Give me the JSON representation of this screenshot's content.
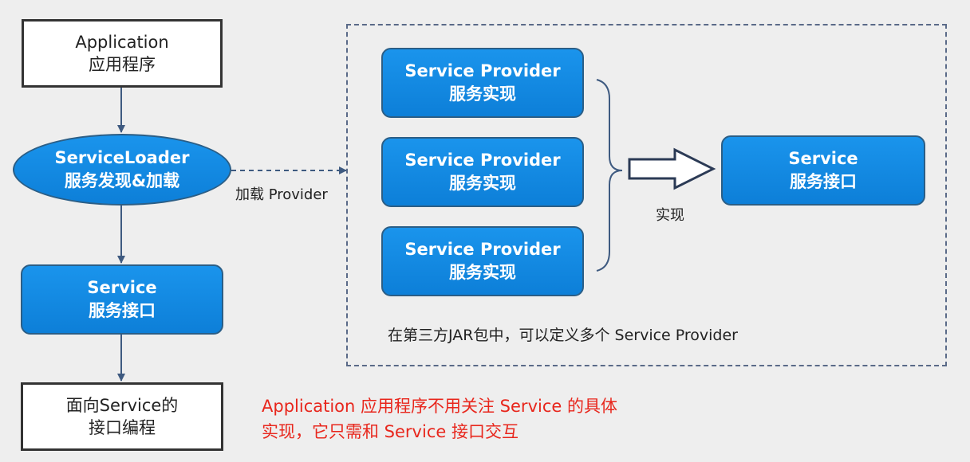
{
  "application": {
    "line1": "Application",
    "line2": "应用程序"
  },
  "service_loader": {
    "line1": "ServiceLoader",
    "line2": "服务发现&加载"
  },
  "left_service": {
    "line1": "Service",
    "line2": "服务接口"
  },
  "interface_programming": {
    "line1": "面向Service的",
    "line2": "接口编程"
  },
  "load_edge_label": "加载 Provider",
  "providers": [
    {
      "line1": "Service Provider",
      "line2": "服务实现"
    },
    {
      "line1": "Service Provider",
      "line2": "服务实现"
    },
    {
      "line1": "Service Provider",
      "line2": "服务实现"
    }
  ],
  "implement_label": "实现",
  "right_service": {
    "line1": "Service",
    "line2": "服务接口"
  },
  "jar_note": "在第三方JAR包中，可以定义多个 Service Provider",
  "note": {
    "line1": "Application 应用程序不用关注 Service 的具体",
    "line2": "实现，它只需和 Service 接口交互"
  }
}
